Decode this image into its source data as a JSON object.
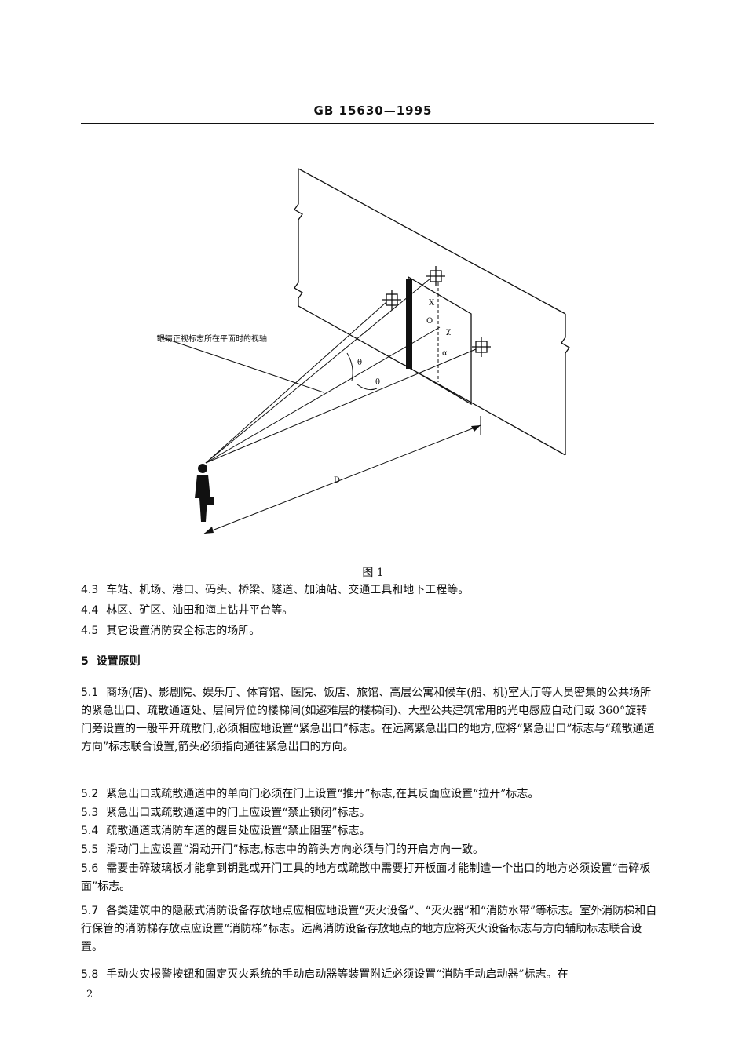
{
  "header": {
    "title": "GB 15630—1995"
  },
  "figure": {
    "axis_label": "眼睛正视标志所在平面时的视轴",
    "labels": {
      "theta1": "θ",
      "theta2": "θ",
      "x": "X",
      "o": "O",
      "chi": "χ",
      "alpha": "α",
      "d": "D"
    },
    "caption": "图 1"
  },
  "items": [
    {
      "num": "4.3",
      "text": "车站、机场、港口、码头、桥梁、隧道、加油站、交通工具和地下工程等。"
    },
    {
      "num": "4.4",
      "text": "林区、矿区、油田和海上钻井平台等。"
    },
    {
      "num": "4.5",
      "text": "其它设置消防安全标志的场所。"
    }
  ],
  "section": {
    "num": "5",
    "title": "设置原则"
  },
  "clauses": [
    {
      "num": "5.1",
      "text": "商场(店)、影剧院、娱乐厅、体育馆、医院、饭店、旅馆、高层公寓和候车(船、机)室大厅等人员密集的公共场所的紧急出口、疏散通道处、层间异位的楼梯间(如避难层的楼梯间)、大型公共建筑常用的光电感应自动门或 360°旋转门旁设置的一般平开疏散门,必须相应地设置“紧急出口”标志。在远离紧急出口的地方,应将“紧急出口”标志与“疏散通道方向”标志联合设置,箭头必须指向通往紧急出口的方向。"
    },
    {
      "num": "5.2",
      "text": "紧急出口或疏散通道中的单向门必须在门上设置“推开”标志,在其反面应设置“拉开”标志。"
    },
    {
      "num": "5.3",
      "text": "紧急出口或疏散通道中的门上应设置“禁止锁闭”标志。"
    },
    {
      "num": "5.4",
      "text": "疏散通道或消防车道的醒目处应设置“禁止阻塞”标志。"
    },
    {
      "num": "5.5",
      "text": "滑动门上应设置“滑动开门”标志,标志中的箭头方向必须与门的开启方向一致。"
    },
    {
      "num": "5.6",
      "text": "需要击碎玻璃板才能拿到钥匙或开门工具的地方或疏散中需要打开板面才能制造一个出口的地方必须设置“击碎板面”标志。"
    },
    {
      "num": "5.7",
      "text": "各类建筑中的隐蔽式消防设备存放地点应相应地设置“灭火设备”、“灭火器”和“消防水带”等标志。室外消防梯和自行保管的消防梯存放点应设置“消防梯”标志。远离消防设备存放地点的地方应将灭火设备标志与方向辅助标志联合设置。"
    },
    {
      "num": "5.8",
      "text": "手动火灾报警按钮和固定灭火系统的手动启动器等装置附近必须设置“消防手动启动器”标志。在"
    }
  ],
  "page_number": "2"
}
